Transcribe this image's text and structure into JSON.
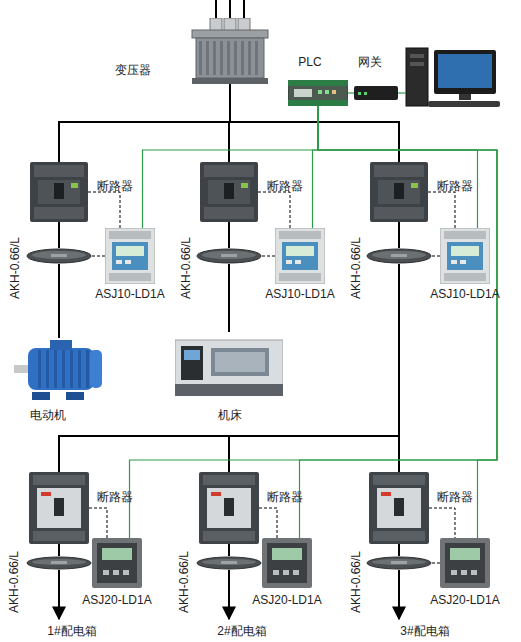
{
  "diagram": {
    "nodes": [
      {
        "text": [
          "变压器"
        ]
      },
      {
        "text": [
          "PLC"
        ]
      },
      {
        "text": [
          "网关"
        ]
      },
      {
        "text": [
          "断路器"
        ]
      },
      {
        "text": [
          "AKH-0.66/L"
        ]
      },
      {
        "text": [
          "ASJ10-LD1A"
        ]
      },
      {
        "text": [
          "断路器"
        ]
      },
      {
        "text": [
          "AKH-0.66/L"
        ]
      },
      {
        "text": [
          "ASJ10-LD1A"
        ]
      },
      {
        "text": [
          "断路器"
        ]
      },
      {
        "text": [
          "AKH-0.66/L"
        ]
      },
      {
        "text": [
          "ASJ10-LD1A"
        ]
      },
      {
        "text": [
          "电动机"
        ]
      },
      {
        "text": [
          "机床"
        ]
      },
      {
        "text": [
          "断路器"
        ]
      },
      {
        "text": [
          "AKH-0.66/L"
        ]
      },
      {
        "text": [
          "ASJ20-LD1A"
        ]
      },
      {
        "text": [
          "断路器"
        ]
      },
      {
        "text": [
          "AKH-0.66/L"
        ]
      },
      {
        "text": [
          "ASJ20-LD1A"
        ]
      },
      {
        "text": [
          "断路器"
        ]
      },
      {
        "text": [
          "AKH-0.66/L"
        ]
      },
      {
        "text": [
          "ASJ20-LD1A"
        ]
      }
    ],
    "edges": [
      {
        "from": 0,
        "to": 3,
        "arrow": "none"
      },
      {
        "from": 0,
        "to": 6,
        "arrow": "none"
      },
      {
        "from": 0,
        "to": 9,
        "arrow": "none"
      },
      {
        "from": 3,
        "to": 4,
        "arrow": "none"
      },
      {
        "from": 6,
        "to": 7,
        "arrow": "none"
      },
      {
        "from": 9,
        "to": 10,
        "arrow": "none"
      },
      {
        "from": 4,
        "to": 12,
        "arrow": "none"
      },
      {
        "from": 7,
        "to": 13,
        "arrow": "none"
      },
      {
        "from": 10,
        "to": 14,
        "arrow": "none"
      },
      {
        "from": 10,
        "to": 17,
        "arrow": "none"
      },
      {
        "from": 10,
        "to": 20,
        "arrow": "none"
      },
      {
        "from": 14,
        "to": 15,
        "arrow": "none"
      },
      {
        "from": 17,
        "to": 18,
        "arrow": "none"
      },
      {
        "from": 20,
        "to": 21,
        "arrow": "none"
      },
      {
        "from": 3,
        "to": 5,
        "arrow": "none"
      },
      {
        "from": 6,
        "to": 8,
        "arrow": "none"
      },
      {
        "from": 9,
        "to": 11,
        "arrow": "none"
      },
      {
        "from": 14,
        "to": 16,
        "arrow": "none"
      },
      {
        "from": 17,
        "to": 19,
        "arrow": "none"
      },
      {
        "from": 20,
        "to": 22,
        "arrow": "none"
      },
      {
        "from": 4,
        "to": 5,
        "arrow": "none"
      },
      {
        "from": 7,
        "to": 8,
        "arrow": "none"
      },
      {
        "from": 10,
        "to": 11,
        "arrow": "none"
      },
      {
        "from": 15,
        "to": 16,
        "arrow": "none"
      },
      {
        "from": 18,
        "to": 19,
        "arrow": "none"
      },
      {
        "from": 21,
        "to": 22,
        "arrow": "none"
      },
      {
        "from": 5,
        "to": 1,
        "arrow": "none"
      },
      {
        "from": 8,
        "to": 1,
        "arrow": "none"
      },
      {
        "from": 11,
        "to": 1,
        "arrow": "none"
      },
      {
        "from": 16,
        "to": 1,
        "arrow": "none"
      },
      {
        "from": 19,
        "to": 1,
        "arrow": "none"
      },
      {
        "from": 22,
        "to": 1,
        "arrow": "none"
      },
      {
        "from": 1,
        "to": 2,
        "arrow": "none"
      }
    ],
    "labels": [
      "1#配电箱",
      "2#配电箱",
      "3#配电箱"
    ]
  }
}
